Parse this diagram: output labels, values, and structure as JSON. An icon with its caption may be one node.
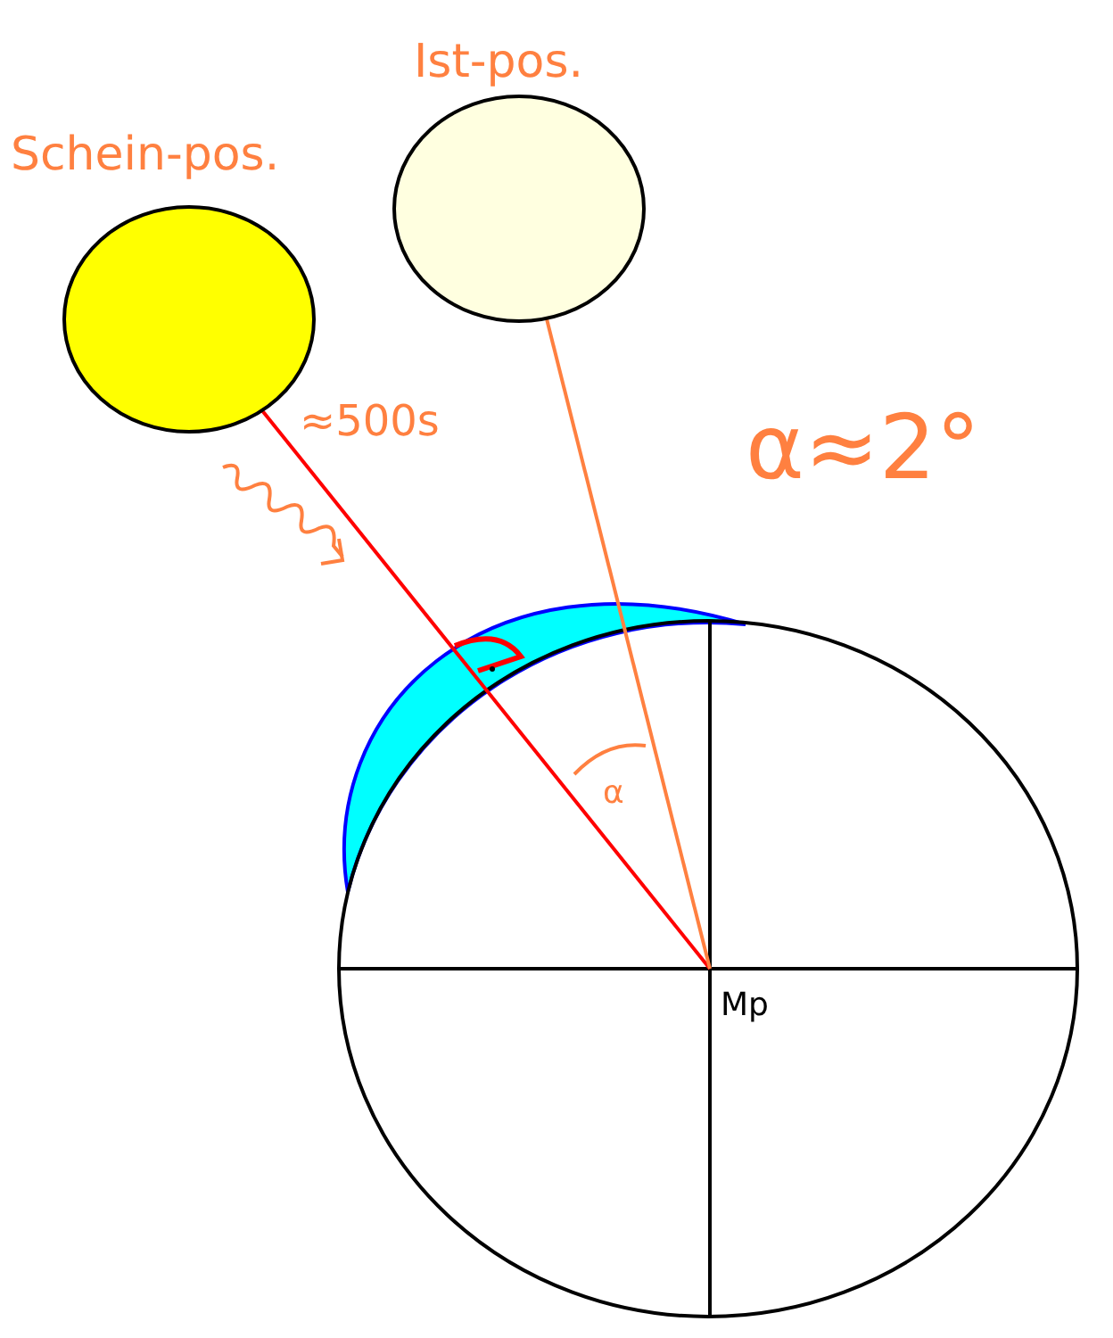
{
  "diagram": {
    "nodes": [
      {
        "text": [
          "Schein-pos."
        ]
      },
      {
        "text": [
          "Ist-pos."
        ]
      },
      {
        "text": [
          "Mp"
        ]
      }
    ],
    "edges": [
      {
        "from": 0,
        "to": 2,
        "arrow": "none",
        "color": "#ff0000"
      },
      {
        "from": 1,
        "to": 2,
        "arrow": "none",
        "color": "#ff8040"
      }
    ],
    "labels": [
      "≈500s",
      "α≈2°",
      "α"
    ]
  }
}
